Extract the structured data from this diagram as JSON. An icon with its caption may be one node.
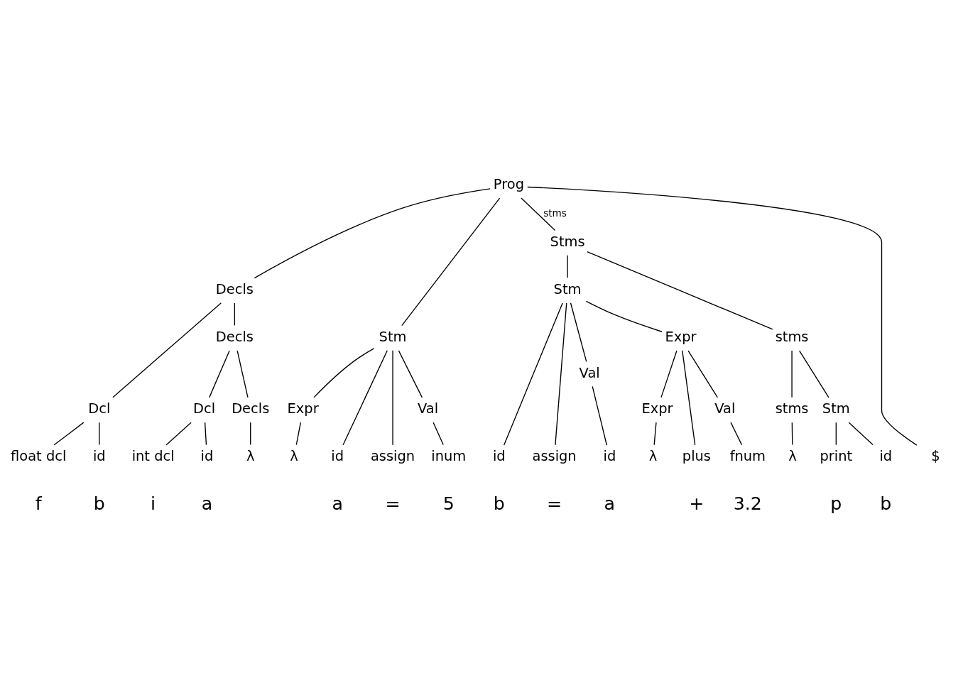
{
  "diagram": {
    "nodes": [
      {
        "text": [
          "Prog"
        ]
      },
      {
        "text": [
          "Decls"
        ]
      },
      {
        "text": [
          "Stms"
        ]
      },
      {
        "text": [
          "Stm"
        ]
      },
      {
        "text": [
          "stms"
        ]
      },
      {
        "text": [
          "Decls"
        ]
      },
      {
        "text": [
          "Stm"
        ]
      },
      {
        "text": [
          "Expr"
        ]
      },
      {
        "text": [
          "stms"
        ]
      },
      {
        "text": [
          "Dcl"
        ]
      },
      {
        "text": [
          "Dcl"
        ]
      },
      {
        "text": [
          "Decls"
        ]
      },
      {
        "text": [
          "Val"
        ]
      },
      {
        "text": [
          "Expr"
        ]
      },
      {
        "text": [
          "Val"
        ]
      },
      {
        "text": [
          "Val"
        ]
      },
      {
        "text": [
          "Expr"
        ]
      },
      {
        "text": [
          "Stm"
        ]
      },
      {
        "text": [
          "λ"
        ]
      },
      {
        "text": [
          "λ"
        ]
      },
      {
        "text": [
          "λ"
        ]
      },
      {
        "text": [
          "λ"
        ]
      },
      {
        "text": [
          "float dcl"
        ]
      },
      {
        "text": [
          "id"
        ]
      },
      {
        "text": [
          "int dcl"
        ]
      },
      {
        "text": [
          "id"
        ]
      },
      {
        "text": [
          "id"
        ]
      },
      {
        "text": [
          "assign"
        ]
      },
      {
        "text": [
          "inum"
        ]
      },
      {
        "text": [
          "id"
        ]
      },
      {
        "text": [
          "assign"
        ]
      },
      {
        "text": [
          "id"
        ]
      },
      {
        "text": [
          "plus"
        ]
      },
      {
        "text": [
          "fnum"
        ]
      },
      {
        "text": [
          "print"
        ]
      },
      {
        "text": [
          "id"
        ]
      },
      {
        "text": [
          "$"
        ]
      }
    ],
    "edges": [
      {
        "from": 0,
        "to": 1,
        "arrow": "none"
      },
      {
        "from": 0,
        "to": 6,
        "arrow": "none"
      },
      {
        "from": 0,
        "to": 2,
        "arrow": "none",
        "label": "stms"
      },
      {
        "from": 0,
        "to": 36,
        "arrow": "none"
      },
      {
        "from": 1,
        "to": 9,
        "arrow": "none"
      },
      {
        "from": 1,
        "to": 5,
        "arrow": "none"
      },
      {
        "from": 5,
        "to": 10,
        "arrow": "none"
      },
      {
        "from": 5,
        "to": 11,
        "arrow": "none"
      },
      {
        "from": 9,
        "to": 22,
        "arrow": "none"
      },
      {
        "from": 9,
        "to": 23,
        "arrow": "none"
      },
      {
        "from": 10,
        "to": 24,
        "arrow": "none"
      },
      {
        "from": 10,
        "to": 25,
        "arrow": "none"
      },
      {
        "from": 11,
        "to": 18,
        "arrow": "none"
      },
      {
        "from": 6,
        "to": 26,
        "arrow": "none"
      },
      {
        "from": 6,
        "to": 27,
        "arrow": "none"
      },
      {
        "from": 6,
        "to": 12,
        "arrow": "none"
      },
      {
        "from": 6,
        "to": 13,
        "arrow": "none"
      },
      {
        "from": 12,
        "to": 28,
        "arrow": "none"
      },
      {
        "from": 13,
        "to": 19,
        "arrow": "none"
      },
      {
        "from": 2,
        "to": 3,
        "arrow": "none"
      },
      {
        "from": 2,
        "to": 4,
        "arrow": "none"
      },
      {
        "from": 3,
        "to": 29,
        "arrow": "none"
      },
      {
        "from": 3,
        "to": 30,
        "arrow": "none"
      },
      {
        "from": 3,
        "to": 14,
        "arrow": "none"
      },
      {
        "from": 3,
        "to": 7,
        "arrow": "none"
      },
      {
        "from": 14,
        "to": 31,
        "arrow": "none"
      },
      {
        "from": 7,
        "to": 32,
        "arrow": "none"
      },
      {
        "from": 7,
        "to": 15,
        "arrow": "none"
      },
      {
        "from": 7,
        "to": 16,
        "arrow": "none"
      },
      {
        "from": 15,
        "to": 33,
        "arrow": "none"
      },
      {
        "from": 16,
        "to": 20,
        "arrow": "none"
      },
      {
        "from": 4,
        "to": 17,
        "arrow": "none"
      },
      {
        "from": 4,
        "to": 8,
        "arrow": "none"
      },
      {
        "from": 17,
        "to": 34,
        "arrow": "none"
      },
      {
        "from": 17,
        "to": 35,
        "arrow": "none"
      },
      {
        "from": 8,
        "to": 21,
        "arrow": "none"
      }
    ],
    "labels": [
      "f",
      "b",
      "i",
      "a",
      "a",
      "=",
      "5",
      "b",
      "=",
      "a",
      "+",
      "3.2",
      "p",
      "b"
    ]
  }
}
